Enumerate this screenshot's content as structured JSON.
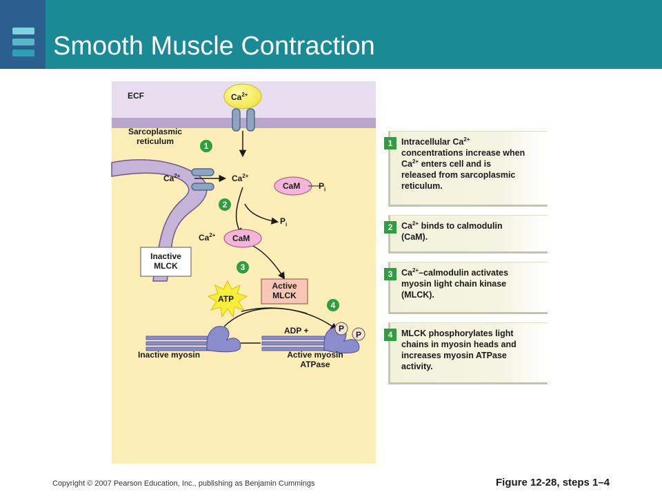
{
  "slide": {
    "title": "Smooth Muscle Contraction",
    "copyright": "Copyright © 2007 Pearson Education, Inc., publishing as Benjamin Cummings",
    "figure_label": "Figure 12-28, steps 1–4"
  },
  "diagram": {
    "ecf": "ECF",
    "sr_line1": "Sarcoplasmic",
    "sr_line2": "reticulum",
    "ca": "Ca",
    "ca_charge": "2+",
    "cam": "CaM",
    "p": "P",
    "p_sub": "i",
    "inactive_mlck_line1": "Inactive",
    "inactive_mlck_line2": "MLCK",
    "active_mlck_line1": "Active",
    "active_mlck_line2": "MLCK",
    "atp": "ATP",
    "adp": "ADP +",
    "phosphate": "P",
    "inactive_myosin": "Inactive myosin",
    "active_myosin_line1": "Active myosin",
    "active_myosin_line2": "ATPase",
    "step_numbers": [
      "1",
      "2",
      "3",
      "4"
    ]
  },
  "steps": [
    {
      "number": "1",
      "line1_pre": "Intracellular Ca",
      "line1_sup": "2+",
      "rest": "concentrations increase when Ca",
      "rest_sup": "2+",
      "rest_end": " enters cell and is released from sarcoplasmic reticulum."
    },
    {
      "number": "2",
      "line1_pre": "Ca",
      "line1_sup": "2+",
      "rest": " binds to calmodulin (CaM)."
    },
    {
      "number": "3",
      "line1_pre": "Ca",
      "line1_sup": "2+",
      "rest": "–calmodulin activates myosin light chain kinase (MLCK)."
    },
    {
      "number": "4",
      "rest": "MLCK phosphorylates light chains in myosin heads and increases myosin ATPase activity."
    }
  ],
  "colors": {
    "header": "#1a8a96",
    "cytosol": "#fdedb6",
    "ecf": "#e8def0",
    "membrane": "#b9a6cc",
    "ca_ion": "#f7ef6e",
    "cam": "#f3b6d9",
    "active_mlck": "#f7c6b5",
    "atp": "#f7ef3a",
    "myosin": "#8a8ccc",
    "step_badge": "#2e9e3e"
  }
}
